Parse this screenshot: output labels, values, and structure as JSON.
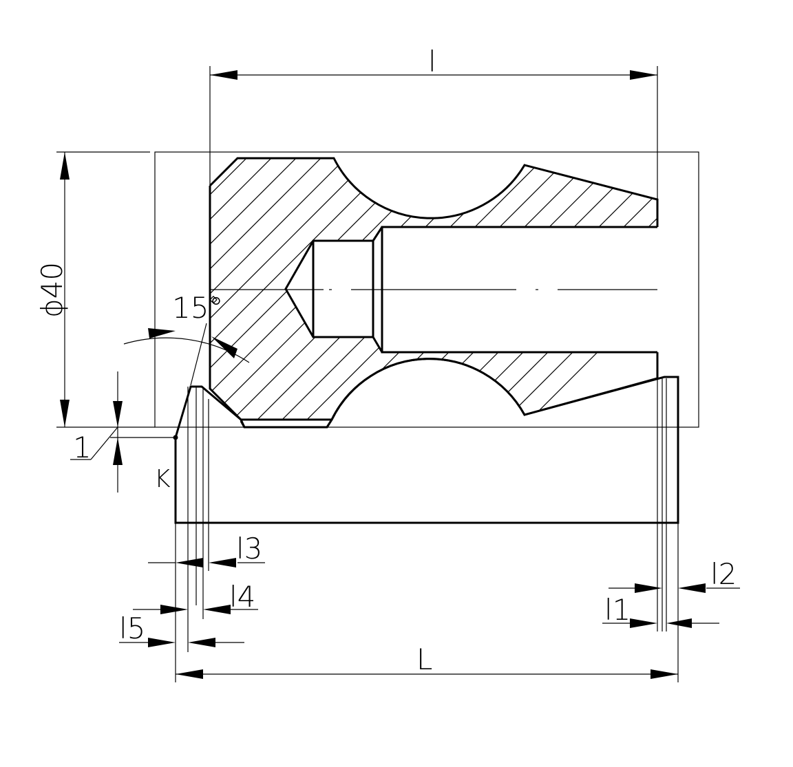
{
  "dimensions": {
    "top_length": "l",
    "diameter": "ϕ40",
    "angle": "15°",
    "chamfer": "1",
    "point": "K",
    "l1": "l1",
    "l2": "l2",
    "l3": "l3",
    "l4": "l4",
    "l5": "l5",
    "bottom_length": "L"
  }
}
